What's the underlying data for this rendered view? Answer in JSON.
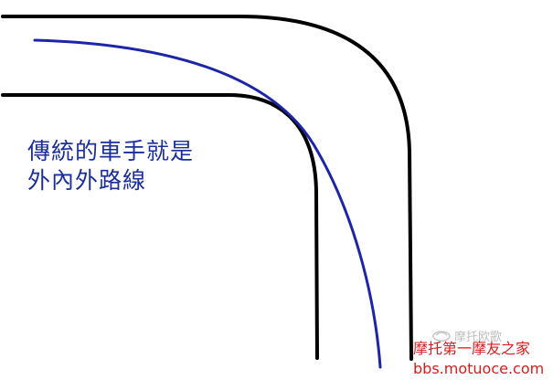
{
  "caption": {
    "line1": "傳統的車手就是",
    "line2": "外內外路線"
  },
  "watermark": {
    "logo_text": "摩托欧歌",
    "site_name": "摩托第一摩友之家",
    "url": "bbs.motuoce.com"
  },
  "colors": {
    "road_edge": "#000000",
    "racing_line": "#1c25a8",
    "caption_text": "#1a2e9c",
    "watermark_site": "#d81c1c"
  }
}
